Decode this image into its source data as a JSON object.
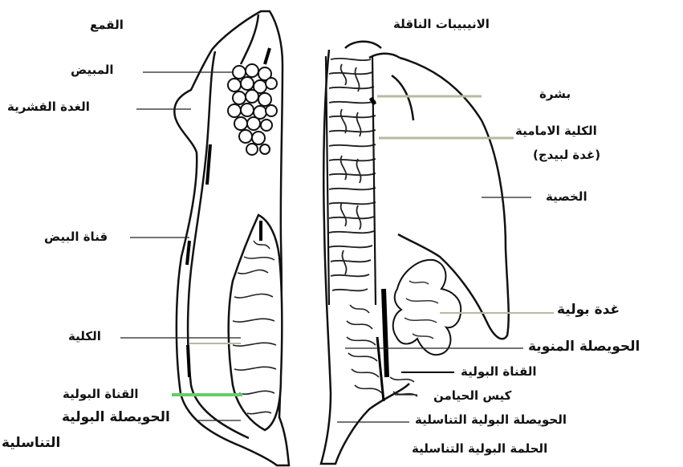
{
  "diagram": {
    "left_labels": [
      {
        "id": "cloaca",
        "text": "القمع"
      },
      {
        "id": "ovary",
        "text": "المبيض"
      },
      {
        "id": "shell-gland",
        "text": "الغدة القشرية"
      },
      {
        "id": "oviduct",
        "text": "قناة البيض"
      },
      {
        "id": "kidney-left",
        "text": "الكلية"
      },
      {
        "id": "urinary-duct-left",
        "text": "القناة البولية"
      },
      {
        "id": "urogenital-vesicle-left-1",
        "text": "الحويصلة البولية"
      },
      {
        "id": "urogenital-vesicle-left-2",
        "text": "التناسلية"
      }
    ],
    "right_labels": [
      {
        "id": "efferent-tubules",
        "text": "الانيبيبات الناقلة"
      },
      {
        "id": "epidermis",
        "text": "بشرة"
      },
      {
        "id": "anterior-kidney-1",
        "text": "الكلية الامامية"
      },
      {
        "id": "anterior-kidney-2",
        "text": "(غدة لبيدج)"
      },
      {
        "id": "testis",
        "text": "الخصية"
      },
      {
        "id": "urinary-gland",
        "text": "غدة بولية"
      },
      {
        "id": "seminal-vesicle",
        "text": "الحويصلة المنوية"
      },
      {
        "id": "urinary-duct-right",
        "text": "القناة البولية"
      },
      {
        "id": "sperm-sac",
        "text": "كيس الحيامن"
      },
      {
        "id": "urogenital-vesicle-right",
        "text": "الحويصلة البولية التناسلية"
      },
      {
        "id": "urogenital-papilla",
        "text": "الحلمة البولية التناسلية"
      }
    ]
  }
}
